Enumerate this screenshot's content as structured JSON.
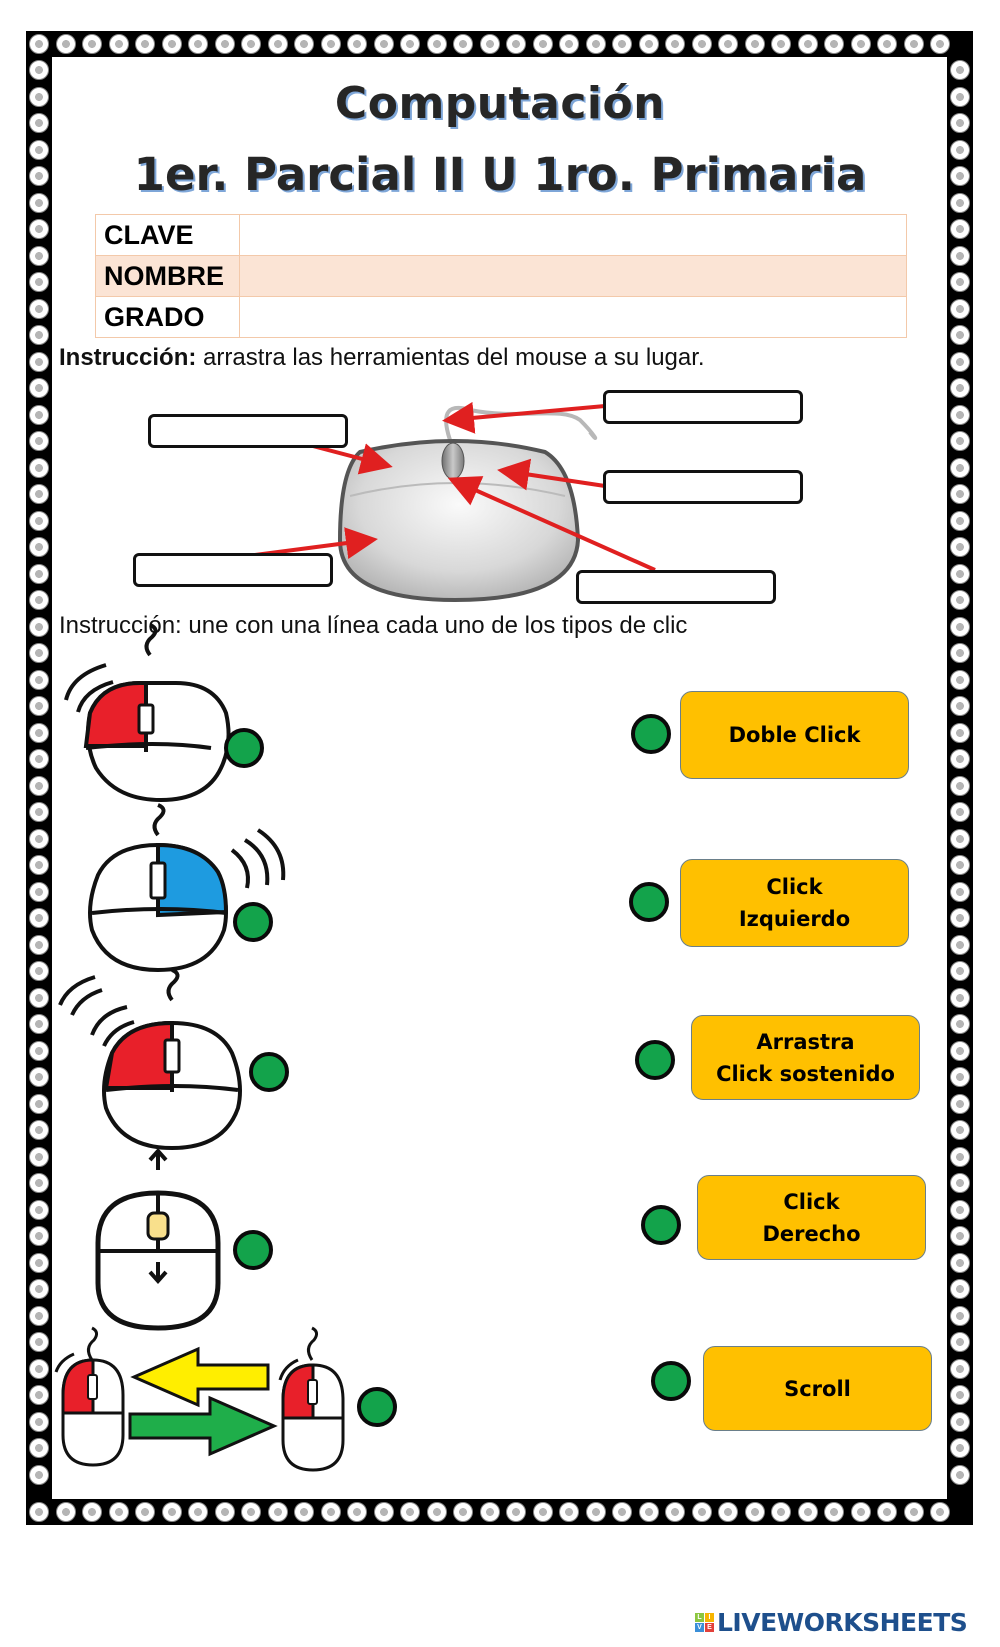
{
  "header": {
    "title": "Computación",
    "subtitle": "1er. Parcial II U 1ro. Primaria"
  },
  "student_info": {
    "rows": [
      {
        "label": "CLAVE",
        "value": ""
      },
      {
        "label": "NOMBRE",
        "value": ""
      },
      {
        "label": "GRADO",
        "value": ""
      }
    ]
  },
  "section1": {
    "instruction_bold": "Instrucción:",
    "instruction_text": " arrastra las herramientas del mouse a su lugar.",
    "drop_boxes": [
      {
        "id": "cable",
        "value": ""
      },
      {
        "id": "left-button",
        "value": ""
      },
      {
        "id": "right-button",
        "value": ""
      },
      {
        "id": "body",
        "value": ""
      },
      {
        "id": "scroll-wheel",
        "value": ""
      }
    ]
  },
  "section2": {
    "instruction": "Instrucción: une con una línea cada uno de los tipos de clic",
    "left_images": [
      {
        "icon": "mouse-double-click-icon"
      },
      {
        "icon": "mouse-right-click-icon"
      },
      {
        "icon": "mouse-left-click-icon"
      },
      {
        "icon": "mouse-scroll-icon"
      },
      {
        "icon": "mouse-drag-icon"
      }
    ],
    "options": [
      {
        "label": "Doble Click"
      },
      {
        "label": "Click\nIzquierdo"
      },
      {
        "label": "Arrastra\nClick sostenido"
      },
      {
        "label": "Click\nDerecho"
      },
      {
        "label": "Scroll"
      }
    ]
  },
  "colors": {
    "option_fill": "#ffc000",
    "dot_fill": "#13a34b",
    "left_button": "#e8202a",
    "right_button": "#1e9be0",
    "arrow_red": "#e02020",
    "frame": "#000000"
  },
  "brand": {
    "logo_letters": [
      "L",
      "I",
      "V",
      "E"
    ],
    "name": "LIVEWORKSHEETS"
  }
}
